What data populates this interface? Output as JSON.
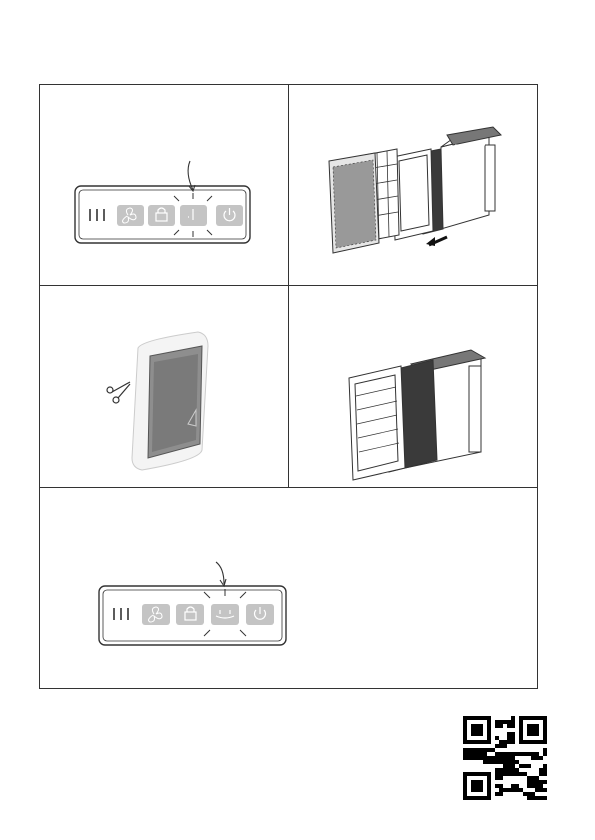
{
  "panels": [
    {
      "id": "step-1",
      "illustration": "control-panel-filter-light"
    },
    {
      "id": "step-2",
      "illustration": "exploded-filter-layers"
    },
    {
      "id": "step-3",
      "illustration": "unwrap-filter-with-scissors"
    },
    {
      "id": "step-4",
      "illustration": "install-filters"
    },
    {
      "id": "step-5",
      "illustration": "control-panel-filter-reset"
    }
  ],
  "icons": [
    "speed-bars-icon",
    "fan-icon",
    "lock-icon",
    "filter-indicator-icon",
    "power-icon",
    "scissors-icon",
    "arrow-icon"
  ],
  "qr_code": {
    "label": "qr-code"
  },
  "colors": {
    "line": "#333333",
    "button_fill": "#bdbdbd",
    "dark_filter": "#3a3a3a",
    "page": "#ffffff"
  }
}
